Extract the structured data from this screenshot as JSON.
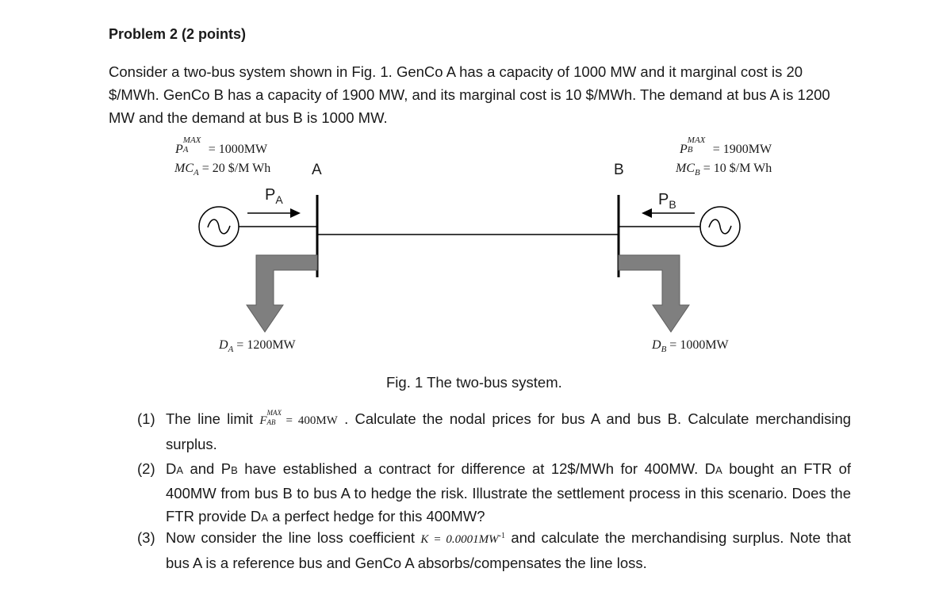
{
  "problem": {
    "title": "Problem 2 (2 points)",
    "intro": "Consider a two-bus system shown in Fig. 1. GenCo A has a capacity of 1000 MW and it marginal cost is 20 $/MWh. GenCo B has a capacity of 1900 MW, and its marginal cost is 10 $/MWh. The demand at bus A is 1200 MW and the demand at bus B is 1000 MW."
  },
  "figure": {
    "genA": {
      "pmax_sym": "P",
      "pmax_sup": "MAX",
      "pmax_sub": "A",
      "pmax_val": "= 1000MW",
      "mc_sym": "MC",
      "mc_sub": "A",
      "mc_val": "= 20 $/M Wh"
    },
    "genB": {
      "pmax_sym": "P",
      "pmax_sup": "MAX",
      "pmax_sub": "B",
      "pmax_val": "= 1900MW",
      "mc_sym": "MC",
      "mc_sub": "B",
      "mc_val": "= 10 $/M Wh"
    },
    "bus_a_label": "A",
    "bus_b_label": "B",
    "flow_a": {
      "sym": "P",
      "sub": "A"
    },
    "flow_b": {
      "sym": "P",
      "sub": "B"
    },
    "demand_a": {
      "sym": "D",
      "sub": "A",
      "val": "= 1200MW"
    },
    "demand_b": {
      "sym": "D",
      "sub": "B",
      "val": "= 1000MW"
    },
    "caption": "Fig. 1 The two-bus system."
  },
  "questions": [
    {
      "num": "(1)",
      "part1": "The line limit",
      "f_sym": "F",
      "f_sup": "MAX",
      "f_sub": "AB",
      "f_val": "= 400MW",
      "part2": ". Calculate the nodal prices for bus A and bus B. Calculate merchandising surplus."
    },
    {
      "num": "(2)",
      "d_sym": "D",
      "d_sub": "A",
      "p_sym": "P",
      "p_sub": "B",
      "part1": "and",
      "part2": "have established a contract for difference at 12$/MWh for 400MW.",
      "part3": "bought an FTR of 400MW from bus B to bus A to hedge the risk. Illustrate the settlement process in this scenario. Does the FTR provide",
      "part4": "a perfect hedge for this 400MW?"
    },
    {
      "num": "(3)",
      "part1": "Now consider the line loss coefficient",
      "k_expr": "K = 0.0001MW",
      "k_sup": "-1",
      "part2": "and calculate the merchandising surplus. Note that bus A is a reference bus and GenCo A absorbs/compensates the line loss."
    }
  ],
  "colors": {
    "arrow_fill": "#7f7f7f",
    "line": "#000000"
  }
}
